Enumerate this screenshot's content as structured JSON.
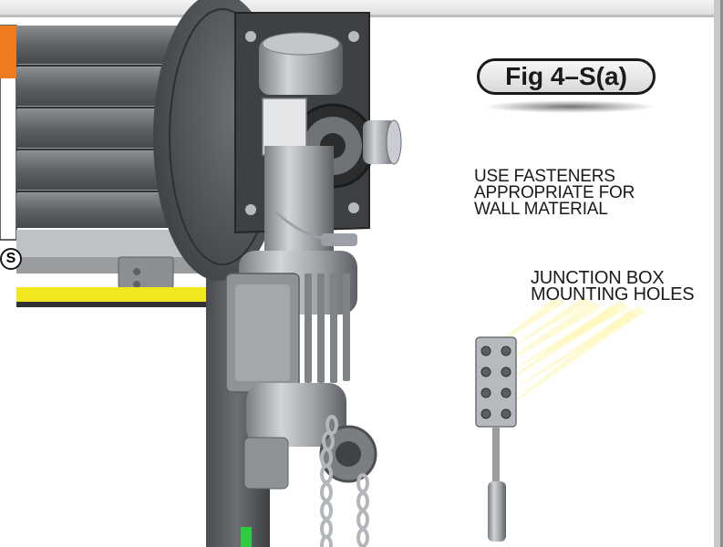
{
  "figure": {
    "fig_label": "Fig 4–S(a)",
    "note_fasteners": "USE FASTENERS\nAPPROPRIATE FOR\nWALL MATERIAL",
    "note_junction_box": "JUNCTION BOX\nMOUNTING HOLES",
    "circled_marker": "S"
  },
  "colors": {
    "accent_orange": "#f07a1e",
    "safety_yellow": "#f2e61e",
    "chain_green": "#2ecc40",
    "panel_gray": "#5c5f62",
    "motor_gray": "#a7abae",
    "plate_dark": "#3e4144"
  }
}
